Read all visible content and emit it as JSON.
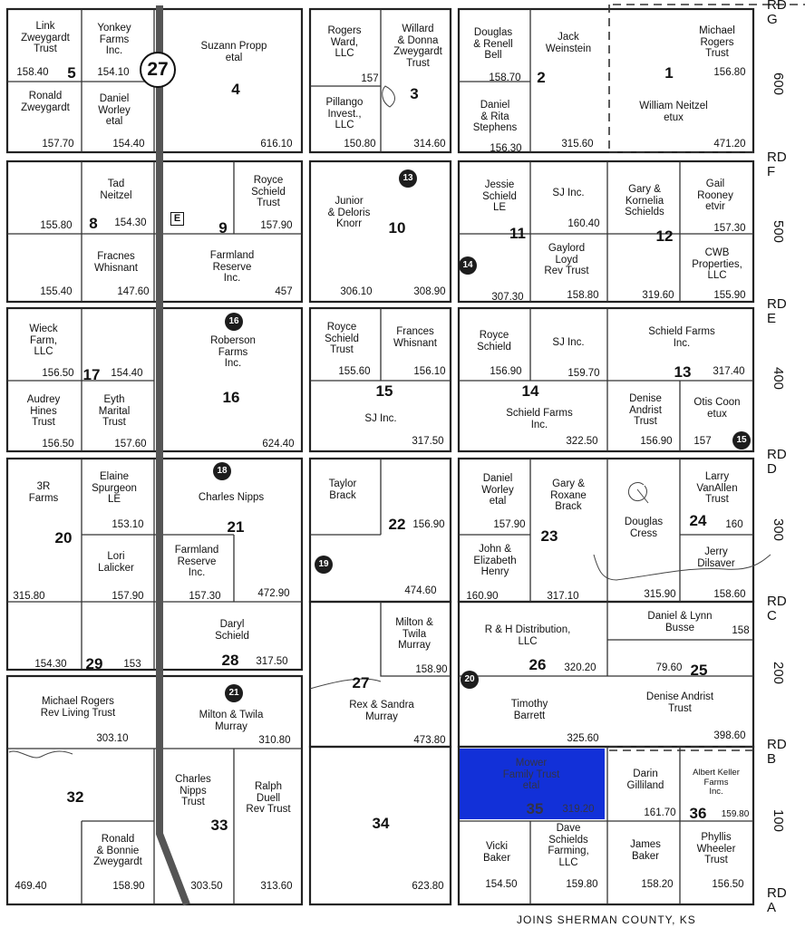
{
  "highway": {
    "number": "27"
  },
  "roads": [
    {
      "key": "G",
      "label": "RD\nG"
    },
    {
      "key": "F",
      "label": "RD\nF"
    },
    {
      "key": "E",
      "label": "RD\nE"
    },
    {
      "key": "D",
      "label": "RD\nD"
    },
    {
      "key": "C",
      "label": "RD\nC"
    },
    {
      "key": "B",
      "label": "RD\nB"
    },
    {
      "key": "A",
      "label": "RD\nA"
    }
  ],
  "mile_markers": [
    "600",
    "500",
    "400",
    "300",
    "200",
    "100"
  ],
  "sections": {
    "s1": "1",
    "s2": "2",
    "s3": "3",
    "s4": "4",
    "s5": "5",
    "s8": "8",
    "s9": "9",
    "s10": "10",
    "s11": "11",
    "s12": "12",
    "s13": "13",
    "s14": "14",
    "s15": "15",
    "s16": "16",
    "s17": "17",
    "s20": "20",
    "s21": "21",
    "s22": "22",
    "s23": "23",
    "s24": "24",
    "s25": "25",
    "s26": "26",
    "s27": "27",
    "s28": "28",
    "s29": "29",
    "s32": "32",
    "s33": "33",
    "s34": "34",
    "s35": "35",
    "s36": "36"
  },
  "circle_markers": {
    "c13": "13",
    "c14": "14",
    "c15": "15",
    "c16": "16",
    "c18": "18",
    "c19": "19",
    "c20": "20",
    "c21": "21"
  },
  "e_marker": "E",
  "footer": "JOINS SHERMAN COUNTY, KS",
  "owners": {
    "link": "Link\nZweygardt\nTrust",
    "yonkey": "Yonkey\nFarms\nInc.",
    "propp": "Suzann Propp\netal",
    "rogers_ward": "Rogers\nWard,\nLLC",
    "willard": "Willard\n& Donna\nZweygardt\nTrust",
    "douglas_bell": "Douglas\n& Renell\nBell",
    "jack": "Jack\nWeinstein",
    "michael_rogers": "Michael\nRogers\nTrust",
    "ronald_z": "Ronald\nZweygardt",
    "daniel_worley1": "Daniel\nWorley\netal",
    "pillango": "Pillango\nInvest.,\nLLC",
    "daniel_rita": "Daniel\n& Rita\nStephens",
    "neitzel_william": "William Neitzel\netux",
    "tad": "Tad\nNeitzel",
    "royce_trust1": "Royce\nSchield\nTrust",
    "junior": "Junior\n& Deloris\nKnorr",
    "jessie": "Jessie\nSchield\nLE",
    "sj1": "SJ Inc.",
    "gary_kornelia": "Gary &\nKornelia\nSchields",
    "gail": "Gail\nRooney\netvir",
    "fracnes": "Fracnes\nWhisnant",
    "farmland9": "Farmland\nReserve\nInc.",
    "gaylord": "Gaylord\nLoyd\nRev Trust",
    "cwb": "CWB\nProperties,\nLLC",
    "wieck": "Wieck\nFarm,\nLLC",
    "roberson": "Roberson\nFarms\nInc.",
    "royce_trust2": "Royce\nSchield\nTrust",
    "frances": "Frances\nWhisnant",
    "royce": "Royce\nSchield",
    "sj2": "SJ Inc.",
    "schield_farms13": "Schield Farms\nInc.",
    "audrey": "Audrey\nHines\nTrust",
    "eyth": "Eyth\nMarital\nTrust",
    "sj15": "SJ Inc.",
    "schield_farms14": "Schield Farms\nInc.",
    "denise_andrist13": "Denise\nAndrist\nTrust",
    "otis": "Otis Coon\netux",
    "threer": "3R\nFarms",
    "elaine": "Elaine\nSpurgeon\nLE",
    "charles_nipps": "Charles Nipps",
    "taylor": "Taylor\nBrack",
    "daniel_worley23": "Daniel\nWorley\netal",
    "gary_roxane": "Gary &\nRoxane\nBrack",
    "douglas_cress": "Douglas\nCress",
    "larry": "Larry\nVanAllen\nTrust",
    "lori": "Lori\nLalicker",
    "farmland21": "Farmland\nReserve\nInc.",
    "john_elizabeth": "John &\nElizabeth\nHenry",
    "jerry": "Jerry\nDilsaver",
    "milton22": "Milton &\nTwila\nMurray",
    "rh": "R & H Distribution,\nLLC",
    "daniel_lynn": "Daniel & Lynn\nBusse",
    "daryl": "Daryl\nSchield",
    "denise_andrist25": "Denise Andrist\nTrust",
    "michael_rogers_rev": "Michael Rogers\nRev Living Trust",
    "milton28": "Milton & Twila\nMurray",
    "rex": "Rex & Sandra\nMurray",
    "timothy": "Timothy\nBarrett",
    "charles_nipps_trust": "Charles\nNipps\nTrust",
    "ralph": "Ralph\nDuell\nRev Trust",
    "mower": "Mower\nFamily Trust\netal",
    "darin": "Darin\nGilliland",
    "albert": "Albert Keller\nFarms\nInc.",
    "ronald_bonnie": "Ronald\n& Bonnie\nZweygardt",
    "vicki": "Vicki\nBaker",
    "dave": "Dave\nSchields\nFarming,\nLLC",
    "james": "James\nBaker",
    "phyllis": "Phyllis\nWheeler\nTrust"
  },
  "acres": {
    "a1": "158.40",
    "a2": "154.10",
    "a3": "616.10",
    "a4": "157",
    "a5": "158.70",
    "a6": "156.80",
    "a7": "157.70",
    "a8": "154.40",
    "a9": "150.80",
    "a10": "314.60",
    "a11": "156.30",
    "a12": "315.60",
    "a13": "471.20",
    "a14": "155.80",
    "a15": "154.30",
    "a16": "157.90",
    "a17": "160.40",
    "a18": "157.30",
    "a19": "155.40",
    "a20": "147.60",
    "a21": "457",
    "a22": "306.10",
    "a23": "308.90",
    "a24": "307.30",
    "a25": "158.80",
    "a26": "319.60",
    "a27": "155.90",
    "a28": "156.50",
    "a29": "154.40",
    "a30": "155.60",
    "a31": "156.10",
    "a32": "156.90",
    "a33": "159.70",
    "a34": "317.40",
    "a35": "156.50",
    "a36": "157.60",
    "a37": "624.40",
    "a38": "317.50",
    "a39": "322.50",
    "a40": "156.90",
    "a41": "157",
    "a42": "153.10",
    "a43": "156.90",
    "a44": "157.90",
    "a45": "160",
    "a46": "315.80",
    "a47": "157.90",
    "a48": "157.30",
    "a49": "472.90",
    "a50": "474.60",
    "a51": "160.90",
    "a52": "317.10",
    "a53": "315.90",
    "a54": "158.60",
    "a55": "154.30",
    "a56": "153",
    "a57": "317.50",
    "a58": "158.90",
    "a59": "320.20",
    "a60": "79.60",
    "a61": "158",
    "a62": "303.10",
    "a63": "310.80",
    "a64": "473.80",
    "a65": "325.60",
    "a66": "398.60",
    "a67": "161.70",
    "a68": "159.80",
    "a69": "319.20",
    "a70": "469.40",
    "a71": "158.90",
    "a72": "303.50",
    "a73": "313.60",
    "a74": "623.80",
    "a75": "154.50",
    "a76": "159.80",
    "a77": "158.20",
    "a78": "156.50"
  }
}
